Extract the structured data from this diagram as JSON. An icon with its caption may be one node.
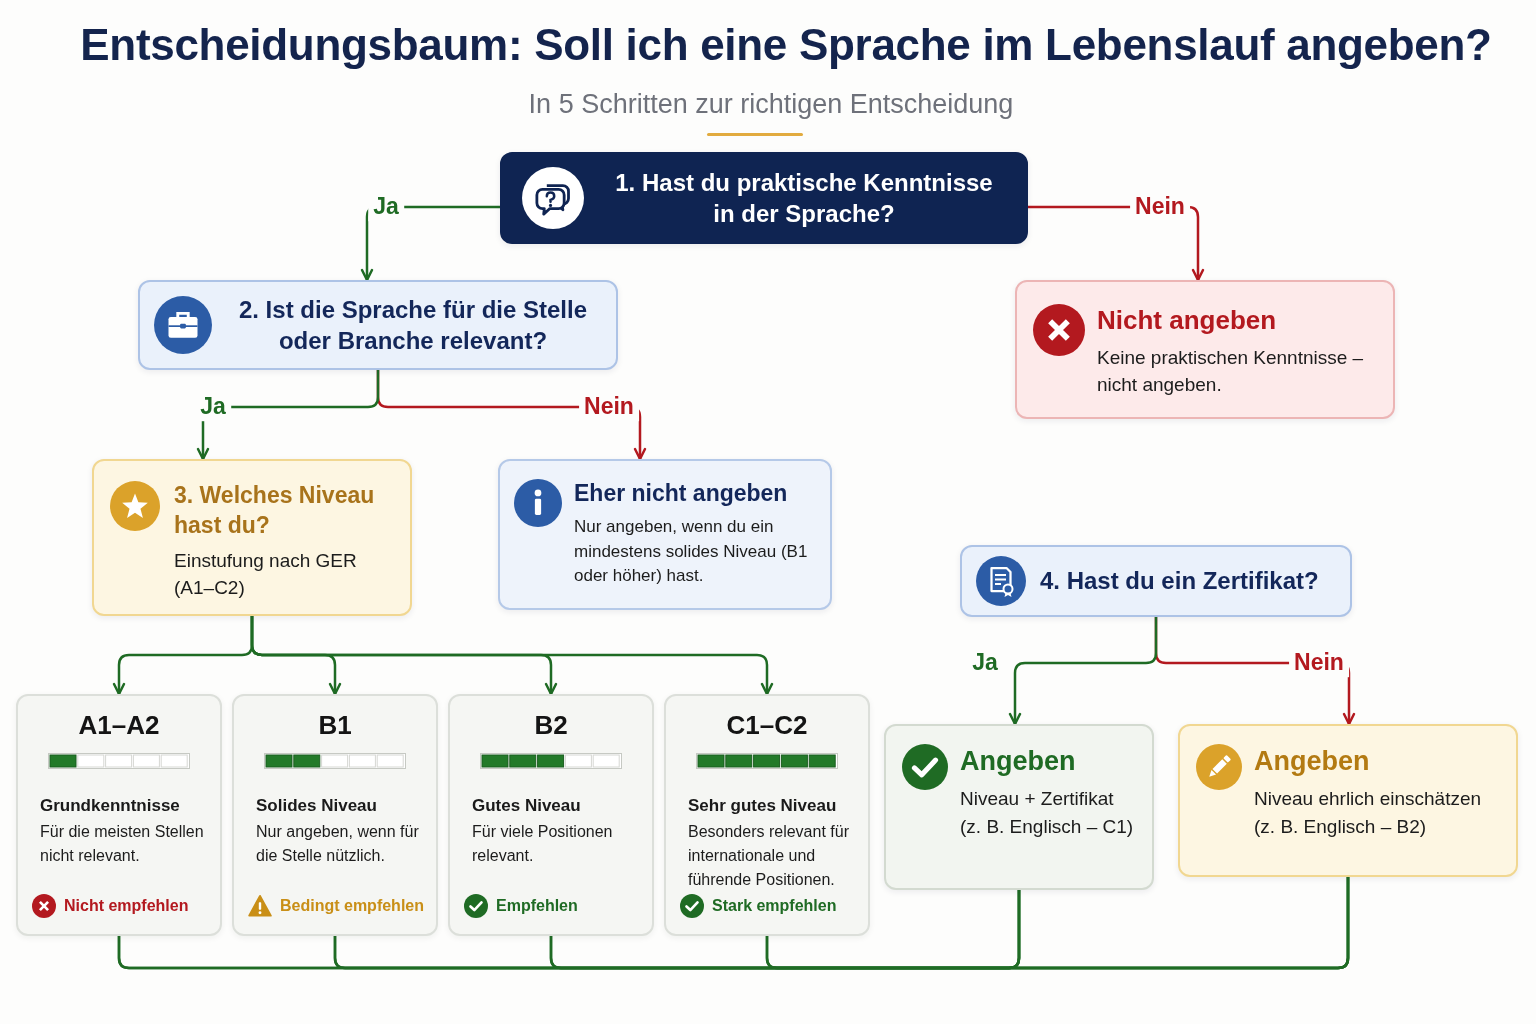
{
  "diagram": {
    "title": "Entscheidungsbaum: Soll ich eine Sprache im Lebenslauf angeben?",
    "nodes": [
      {
        "text": [
          "1. Hast du praktische Kenntnisse in der Sprache?"
        ]
      },
      {
        "text": [
          "2. Ist die Sprache für die Stelle oder Branche relevant?"
        ]
      },
      {
        "text": [
          "Nicht angeben",
          "Keine praktischen Kenntnisse – nicht angeben."
        ]
      },
      {
        "text": [
          "3. Welches Niveau hast du?",
          "Einstufung nach GER (A1–C2)"
        ]
      },
      {
        "text": [
          "Eher nicht angeben",
          "Nur angeben, wenn du ein mindestens solides Niveau (B1 oder höher) hast."
        ]
      },
      {
        "text": [
          "4. Hast du ein Zertifikat?"
        ]
      },
      {
        "text": [
          "A1–A2",
          "Grundkenntnisse",
          "Für die meisten Stellen nicht relevant.",
          "Nicht empfehlen"
        ]
      },
      {
        "text": [
          "B1",
          "Solides Niveau",
          "Nur angeben, wenn für die Stelle nützlich.",
          "Bedingt empfehlen"
        ]
      },
      {
        "text": [
          "B2",
          "Gutes Niveau",
          "Für viele Positionen relevant.",
          "Empfehlen"
        ]
      },
      {
        "text": [
          "C1–C2",
          "Sehr gutes Niveau",
          "Besonders relevant für internationale und führende Positionen.",
          "Stark empfehlen"
        ]
      },
      {
        "text": [
          "Angeben",
          "Niveau + Zertifikat (z. B. Englisch – C1)"
        ]
      },
      {
        "text": [
          "Angeben",
          "Niveau ehrlich einschätzen (z. B. Englisch – B2)"
        ]
      }
    ],
    "edges": [
      {
        "from": 0,
        "to": 1,
        "arrow": "to",
        "label": "Ja"
      },
      {
        "from": 0,
        "to": 2,
        "arrow": "to",
        "label": "Nein",
        "color": "#b3191f"
      },
      {
        "from": 1,
        "to": 3,
        "arrow": "to",
        "label": "Ja"
      },
      {
        "from": 1,
        "to": 4,
        "arrow": "to",
        "label": "Nein",
        "color": "#b3191f"
      },
      {
        "from": 3,
        "to": 6,
        "arrow": "to"
      },
      {
        "from": 3,
        "to": 7,
        "arrow": "to"
      },
      {
        "from": 3,
        "to": 8,
        "arrow": "to"
      },
      {
        "from": 3,
        "to": 9,
        "arrow": "to"
      },
      {
        "from": 5,
        "to": 10,
        "arrow": "to",
        "label": "Ja"
      },
      {
        "from": 5,
        "to": 11,
        "arrow": "to",
        "label": "Nein",
        "color": "#b3191f"
      },
      {
        "from": 6,
        "to": 10,
        "arrow": "none"
      },
      {
        "from": 6,
        "to": 11,
        "arrow": "none"
      },
      {
        "from": 7,
        "to": 10,
        "arrow": "none"
      },
      {
        "from": 7,
        "to": 11,
        "arrow": "none"
      },
      {
        "from": 8,
        "to": 10,
        "arrow": "none"
      },
      {
        "from": 8,
        "to": 11,
        "arrow": "none"
      },
      {
        "from": 9,
        "to": 10,
        "arrow": "none"
      },
      {
        "from": 9,
        "to": 11,
        "arrow": "none"
      }
    ],
    "labels": [
      "In 5 Schritten zur richtigen Entscheidung"
    ]
  }
}
